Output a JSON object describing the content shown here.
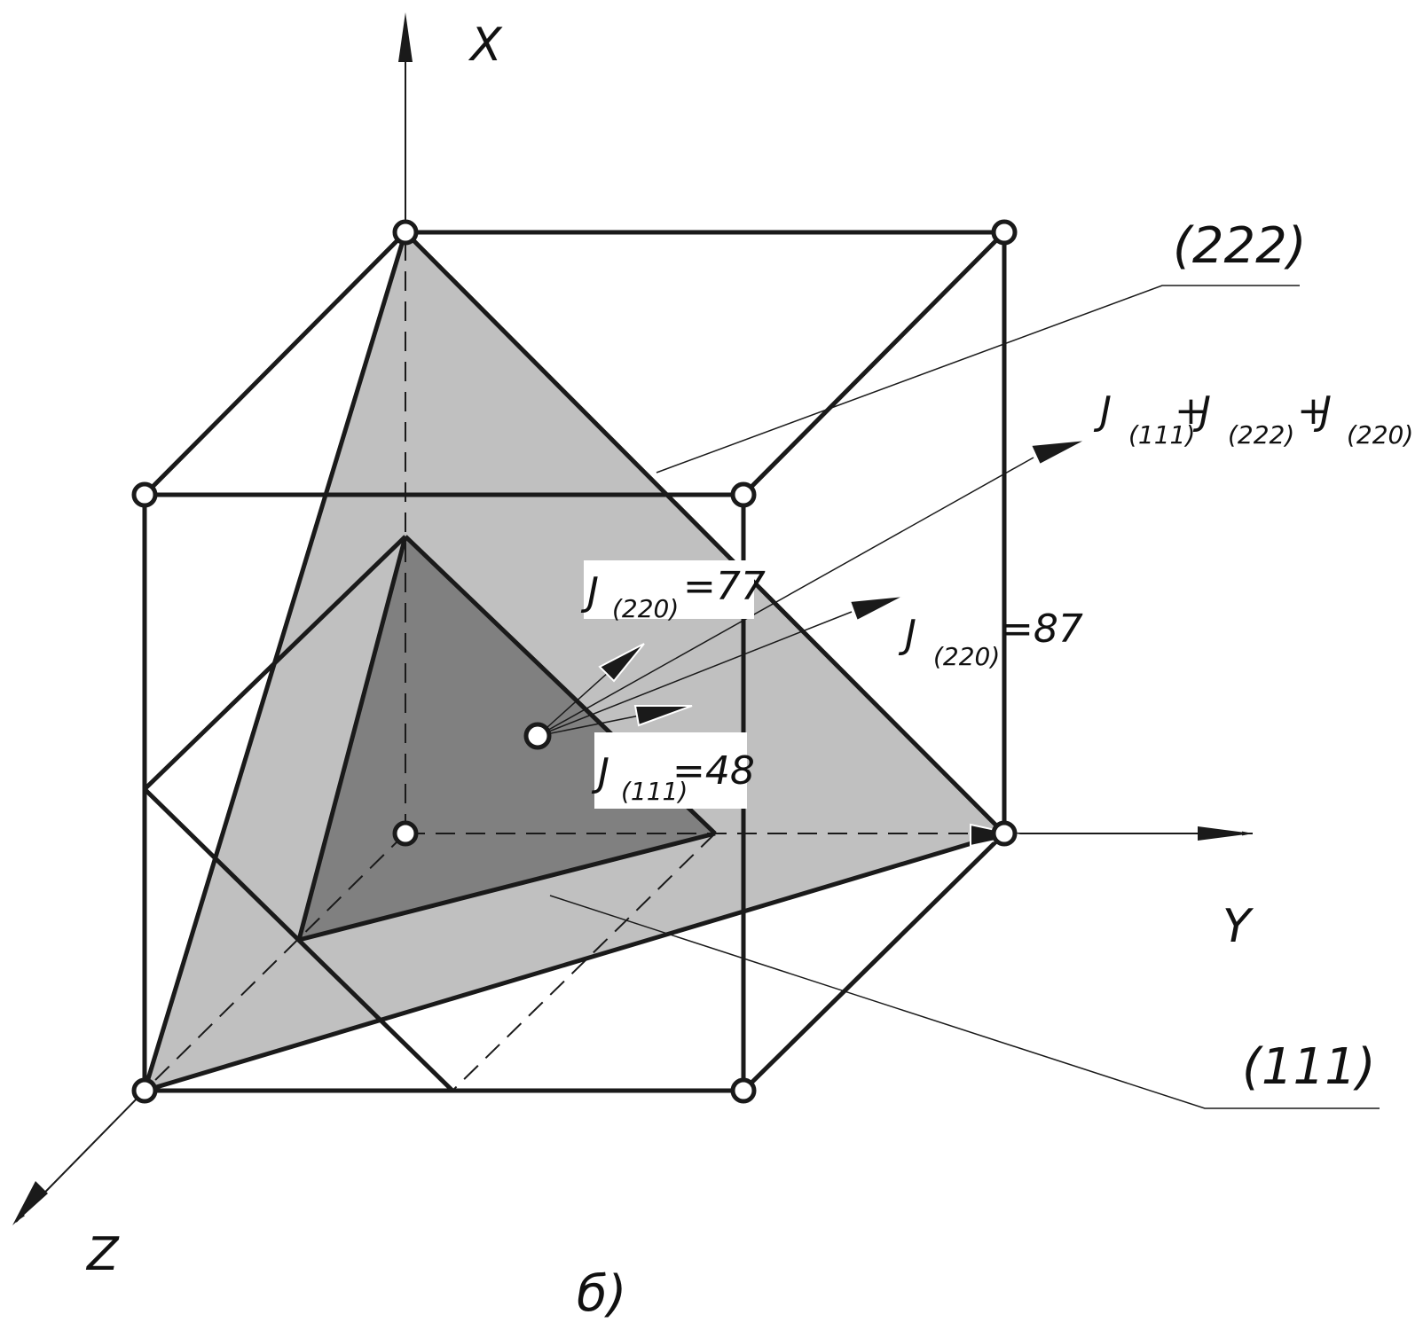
{
  "axes": {
    "x_label": "X",
    "y_label": "Y",
    "z_label": "Z"
  },
  "planes": {
    "plane_222_label": "(222)",
    "plane_111_label": "(111)"
  },
  "vectors": {
    "sum": {
      "j1": "J",
      "j1_sub": "(111)",
      "plus1": "+",
      "j2": "J",
      "j2_sub": "(222)",
      "plus2": "+",
      "j3": "J",
      "j3_sub": "(220)"
    },
    "j220_77": {
      "j": "J",
      "sub": "(220)",
      "eq": "=77"
    },
    "j220_87": {
      "j": "J",
      "sub": "(220)",
      "eq": "=87"
    },
    "j111_48": {
      "j": "J",
      "sub": "(111)",
      "eq": "=48"
    }
  },
  "caption": "б)",
  "colors": {
    "line": "#1a1a1a",
    "plane_light": "#c0c0c0",
    "plane_dark": "#808080",
    "label_box": "#ffffff"
  }
}
